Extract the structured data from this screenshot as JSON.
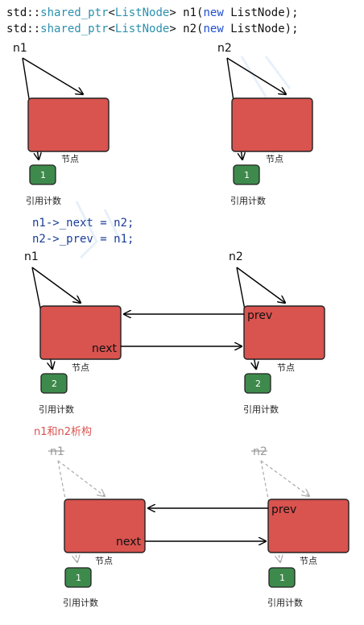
{
  "code_top": {
    "line1": {
      "a": "std::",
      "b": "shared_ptr",
      "c": "<",
      "d": "ListNode",
      "e": "> n1(",
      "f": "new",
      "g": " ListNode);"
    },
    "line2": {
      "a": "std::",
      "b": "shared_ptr",
      "c": "<",
      "d": "ListNode",
      "e": "> n2(",
      "f": "new",
      "g": " ListNode);"
    }
  },
  "code_mid": {
    "line1": "n1->_next = n2;",
    "line2": "n2->_prev = n1;"
  },
  "section3_title": "n1和n2析构",
  "labels": {
    "n1": "n1",
    "n2": "n2",
    "node": "节点",
    "refcount": "引用计数",
    "next": "next",
    "prev": "prev"
  },
  "counts": {
    "s1_n1": "1",
    "s1_n2": "1",
    "s2_n1": "2",
    "s2_n2": "2",
    "s3_n1": "1",
    "s3_n2": "1"
  },
  "colors": {
    "node_fill": "#d9534f",
    "count_fill": "#3e8a4c",
    "keyword": "#1f4fd1",
    "type": "#2b91af"
  }
}
